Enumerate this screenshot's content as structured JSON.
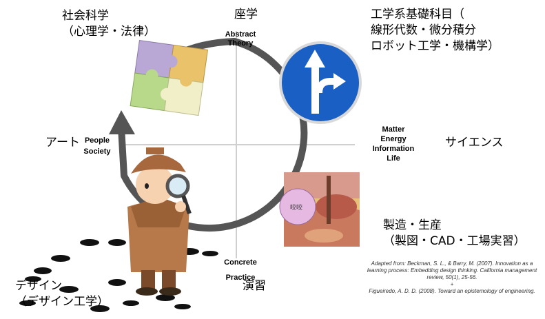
{
  "colors": {
    "axis": "#cfcfcf",
    "cycle_arrow": "#555555",
    "sign_blue": "#1a5fc4",
    "puzzle": [
      "#b9a8d6",
      "#e9c26a",
      "#b9d98a",
      "#f0efc8"
    ]
  },
  "icons": {
    "puzzle": "puzzle-illustration",
    "sign": "go-straight-or-right-sign",
    "detective": "detective-with-magnifying-glass",
    "hands": "hands-working-illustration"
  },
  "axes": {
    "top": [
      "Abstract",
      "Theory"
    ],
    "bottom": [
      "Concrete",
      "Practice"
    ],
    "left": [
      "People",
      "Society"
    ],
    "right": [
      "Matter",
      "Energy",
      "Information",
      "Life"
    ]
  },
  "labels": {
    "top_jp": "座学",
    "bottom_jp": "演習",
    "left_jp": "アート",
    "right_jp": "サイエンス",
    "top_left": [
      "社会科学",
      "（心理学・法律）"
    ],
    "top_right": [
      "工学系基礎科目（",
      "線形代数・微分積分",
      "ロボット工学・機構学）"
    ],
    "bottom_right": [
      "製造・生産",
      "（製図・CAD・工場実習）"
    ],
    "bottom_left": [
      "デザイン",
      "（デザイン工学）"
    ],
    "hands_badge": "咬咬"
  },
  "citation": [
    "Adapted from:  Beckman, S. L., & Barry, M. (2007). Innovation as a",
    "learning process: Embedding design thinking. California management",
    "review, 50(1), 25-56.",
    "+",
    "Figueiredo, A. D. D. (2008). Toward an epistemology of engineering."
  ]
}
